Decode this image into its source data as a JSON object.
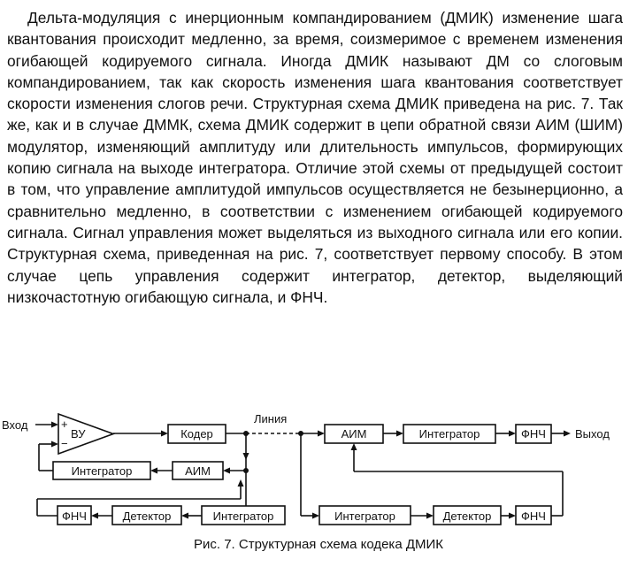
{
  "paragraph": "Дельта-модуляция с инерционным компандированием (ДМИК) изменение шага квантования происходит медленно, за время, соизмеримое с временем изменения огибающей кодируемого сигнала. Иногда ДМИК называют ДМ со слоговым компандированием, так как скорость изменения шага квантования соответствует скорости изменения слогов речи. Структурная схема ДМИК приведена на рис. 7. Так же, как и в случае ДММК, схема ДМИК содержит в цепи обратной связи АИМ (ШИМ) модулятор, изменяющий амплитуду или длительность импульсов, формирующих копию сигнала на выходе интегратора. Отличие этой схемы от предыдущей состоит в том, что управление амплитудой импульсов осуществляется не безынерционно, а сравнительно медленно, в соответствии с изменением огибающей кодируемого сигнала. Сигнал управления может выделяться из выходного сигнала или его копии. Структурная схема, приведенная на рис. 7, соответствует первому способу. В этом случае цепь управления содержит интегратор, детектор, выделяющий низкочастотную огибающую сигнала, и ФНЧ.",
  "diagram": {
    "input_label": "Вход",
    "output_label": "Выход",
    "line_label": "Линия",
    "plus_sign": "+",
    "minus_sign": "−",
    "amp_label": "ВУ",
    "encoder": "Кодер",
    "enc_integrator": "Интегратор",
    "enc_aim": "АИМ",
    "enc_lpf": "ФНЧ",
    "enc_detector": "Детектор",
    "enc_integrator2": "Интегратор",
    "dec_aim": "АИМ",
    "dec_integrator": "Интегратор",
    "dec_lpf": "ФНЧ",
    "dec_integrator2": "Интегратор",
    "dec_detector": "Детектор",
    "dec_lpf2": "ФНЧ"
  },
  "caption": "Рис. 7. Структурная схема кодека ДМИК"
}
